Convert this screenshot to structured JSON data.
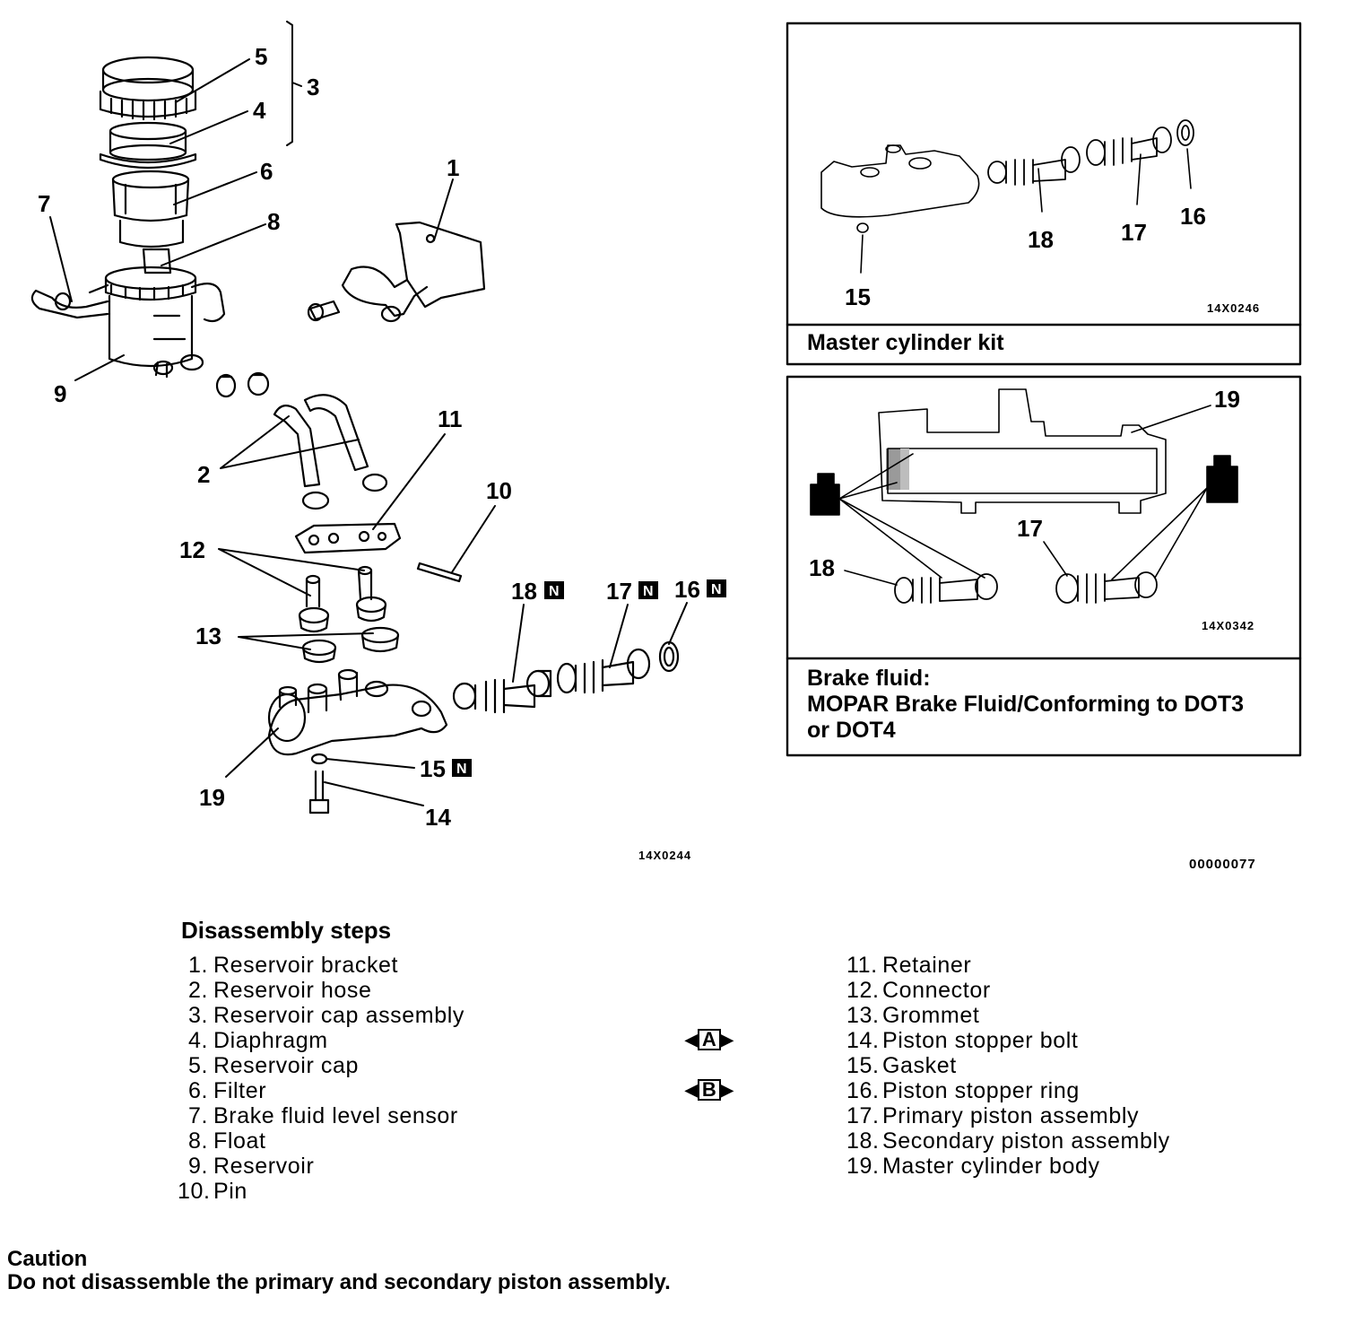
{
  "callouts": {
    "n1": "1",
    "n2": "2",
    "n3": "3",
    "n4": "4",
    "n5": "5",
    "n6": "6",
    "n7": "7",
    "n8": "8",
    "n9": "9",
    "n10": "10",
    "n11": "11",
    "n12": "12",
    "n13": "13",
    "n14": "14",
    "n15": "15",
    "n16": "16",
    "n17": "17",
    "n18": "18",
    "n19": "19"
  },
  "new_part_badge": "N",
  "figure_codes": {
    "main": "14X0244",
    "kit": "14X0246",
    "fluid": "14X0342",
    "page": "00000077"
  },
  "kit_box": {
    "caption": "Master cylinder kit"
  },
  "fluid_box": {
    "caption_line1": "Brake fluid:",
    "caption_line2": "MOPAR Brake Fluid/Conforming to DOT3",
    "caption_line3": "or DOT4"
  },
  "steps_heading": "Disassembly steps",
  "steps_left": [
    {
      "num": "1.",
      "text": "Reservoir bracket"
    },
    {
      "num": "2.",
      "text": "Reservoir hose"
    },
    {
      "num": "3.",
      "text": "Reservoir cap assembly"
    },
    {
      "num": "4.",
      "text": "Diaphragm"
    },
    {
      "num": "5.",
      "text": "Reservoir cap"
    },
    {
      "num": "6.",
      "text": "Filter"
    },
    {
      "num": "7.",
      "text": "Brake fluid level sensor"
    },
    {
      "num": "8.",
      "text": "Float"
    },
    {
      "num": "9.",
      "text": "Reservoir"
    },
    {
      "num": "10.",
      "text": "Pin"
    }
  ],
  "steps_right": [
    {
      "num": "11.",
      "text": "Retainer"
    },
    {
      "num": "12.",
      "text": "Connector"
    },
    {
      "num": "13.",
      "text": "Grommet"
    },
    {
      "num": "14.",
      "text": "Piston stopper bolt"
    },
    {
      "num": "15.",
      "text": "Gasket"
    },
    {
      "num": "16.",
      "text": "Piston stopper ring"
    },
    {
      "num": "17.",
      "text": "Primary piston assembly"
    },
    {
      "num": "18.",
      "text": "Secondary piston assembly"
    },
    {
      "num": "19.",
      "text": "Master cylinder body"
    }
  ],
  "markers": {
    "a": "A",
    "b": "B"
  },
  "caution": {
    "title": "Caution",
    "text": "Do not disassemble the primary and secondary piston assembly."
  }
}
